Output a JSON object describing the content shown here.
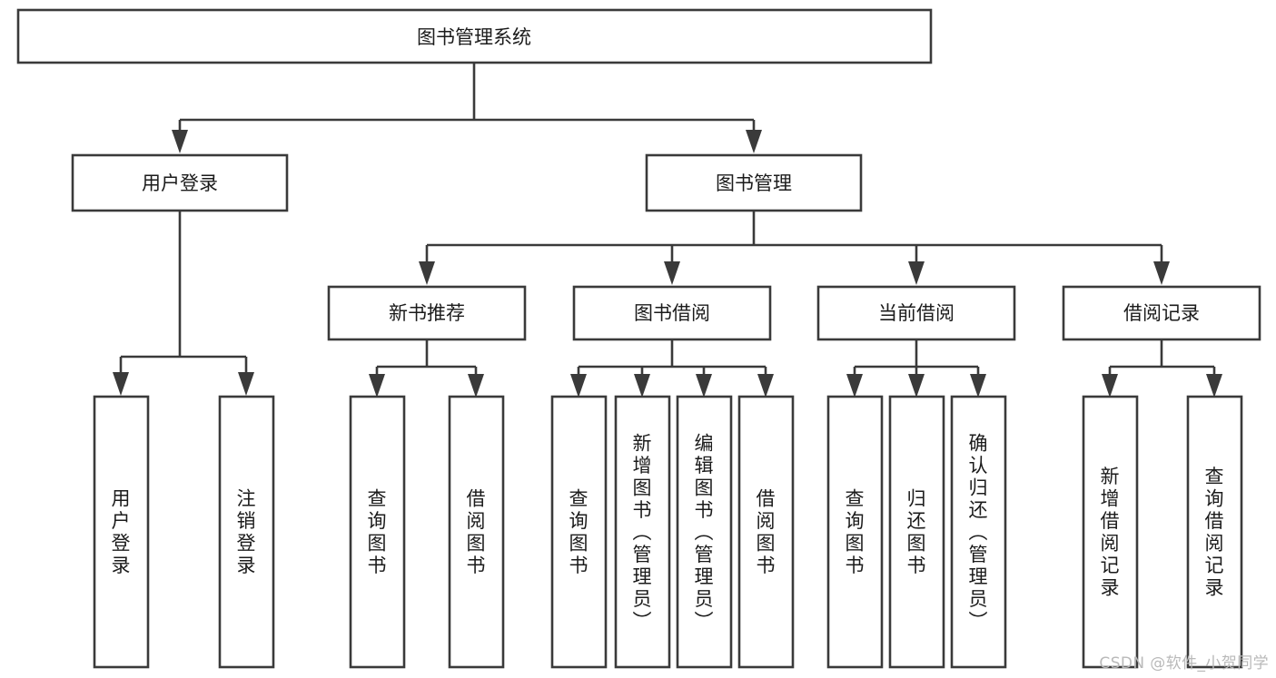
{
  "diagram": {
    "type": "tree",
    "title": "图书管理系统",
    "watermark": "CSDN @软件_小贺同学",
    "colors": {
      "box_stroke": "#3a3a3a",
      "box_fill": "#ffffff",
      "connector": "#3a3a3a",
      "text": "#1b1b1b",
      "watermark": "#b9b9b9",
      "background": "#ffffff"
    },
    "levels": {
      "root": {
        "label": "图书管理系统"
      },
      "level2": [
        {
          "label": "用户登录"
        },
        {
          "label": "图书管理"
        }
      ],
      "level3": [
        {
          "label": "新书推荐"
        },
        {
          "label": "图书借阅"
        },
        {
          "label": "当前借阅"
        },
        {
          "label": "借阅记录"
        }
      ]
    },
    "leaves": {
      "user_login": [
        {
          "label": "用户登录"
        },
        {
          "label": "注销登录"
        }
      ],
      "new_book_recommend": [
        {
          "label": "查询图书"
        },
        {
          "label": "借阅图书"
        }
      ],
      "book_borrow": [
        {
          "label": "查询图书"
        },
        {
          "label": "新增图书（管理员）"
        },
        {
          "label": "编辑图书（管理员）"
        },
        {
          "label": "借阅图书"
        }
      ],
      "current_borrow": [
        {
          "label": "查询图书"
        },
        {
          "label": "归还图书"
        },
        {
          "label": "确认归还（管理员）"
        }
      ],
      "borrow_record": [
        {
          "label": "新增借阅记录"
        },
        {
          "label": "查询借阅记录"
        }
      ]
    }
  }
}
